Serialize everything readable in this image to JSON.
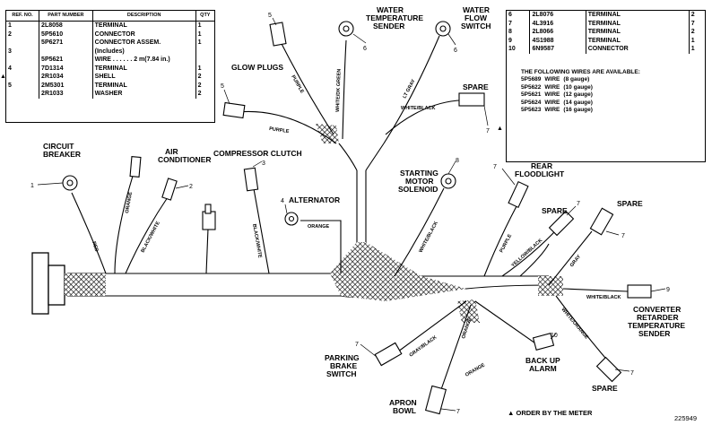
{
  "table_left": {
    "headers": [
      "REF. NO.",
      "PART NUMBER",
      "DESCRIPTION",
      "QTY"
    ],
    "rows": [
      {
        "ref": "1",
        "part": "2L8058",
        "desc": "TERMINAL",
        "qty": "1"
      },
      {
        "ref": "2",
        "part": "5P5610",
        "desc": "CONNECTOR",
        "qty": "1"
      },
      {
        "ref": "",
        "part": "5P6271",
        "desc": "CONNECTOR ASSEM.",
        "qty": "1"
      },
      {
        "ref": "3",
        "part": "",
        "desc": "(Includes)",
        "qty": ""
      },
      {
        "ref": "",
        "part": "5P5621",
        "desc": "WIRE . . . . . . 2 m(7.84 in.)",
        "qty": ""
      },
      {
        "ref": "4",
        "part": "7D1314",
        "desc": "TERMINAL",
        "qty": "1"
      },
      {
        "ref": "",
        "part": "2R1034",
        "desc": "SHELL",
        "qty": "2"
      },
      {
        "ref": "5",
        "part": "2M5301",
        "desc": "TERMINAL",
        "qty": "2"
      },
      {
        "ref": "",
        "part": "2R1033",
        "desc": "WASHER",
        "qty": "2"
      }
    ],
    "mark": "▲"
  },
  "table_right": {
    "rows": [
      {
        "ref": "6",
        "part": "2L8076",
        "desc": "TERMINAL",
        "qty": "2"
      },
      {
        "ref": "7",
        "part": "4L3916",
        "desc": "TERMINAL",
        "qty": "7"
      },
      {
        "ref": "8",
        "part": "2L8066",
        "desc": "TERMINAL",
        "qty": "2"
      },
      {
        "ref": "9",
        "part": "4S1988",
        "desc": "TERMINAL",
        "qty": "1"
      },
      {
        "ref": "10",
        "part": "6N9587",
        "desc": "CONNECTOR",
        "qty": "1"
      }
    ],
    "wires_note": "THE FOLLOWING WIRES ARE AVAILABLE:",
    "wires": [
      {
        "part": "5P5689",
        "type": "WIRE",
        "gauge": "(8 gauge)"
      },
      {
        "part": "5P5622",
        "type": "WIRE",
        "gauge": "(10 gauge)"
      },
      {
        "part": "5P5621",
        "type": "WIRE",
        "gauge": "(12 gauge)"
      },
      {
        "part": "5P5624",
        "type": "WIRE",
        "gauge": "(14 gauge)"
      },
      {
        "part": "5P5623",
        "type": "WIRE",
        "gauge": "(16 gauge)"
      }
    ],
    "mark": "▲"
  },
  "labels": {
    "circuit_breaker": [
      "CIRCUIT",
      "BREAKER"
    ],
    "air_conditioner": [
      "AIR",
      "CONDITIONER"
    ],
    "compressor_clutch": [
      "COMPRESSOR CLUTCH"
    ],
    "glow_plugs": [
      "GLOW PLUGS"
    ],
    "water_temp_sender": [
      "WATER",
      "TEMPERATURE",
      "SENDER"
    ],
    "water_flow_switch": [
      "WATER",
      "FLOW",
      "SWITCH"
    ],
    "spare_top": [
      "SPARE"
    ],
    "alternator": [
      "ALTERNATOR"
    ],
    "starting_motor": [
      "STARTING",
      "MOTOR",
      "SOLENOID"
    ],
    "rear_floodlight": [
      "REAR",
      "FLOODLIGHT"
    ],
    "spare_mid": [
      "SPARE"
    ],
    "spare_right": [
      "SPARE"
    ],
    "converter": [
      "CONVERTER",
      "RETARDER",
      "TEMPERATURE",
      "SENDER"
    ],
    "parking_brake": [
      "PARKING",
      "BRAKE",
      "SWITCH"
    ],
    "back_up_alarm": [
      "BACK UP",
      "ALARM"
    ],
    "apron_bowl": [
      "APRON",
      "BOWL"
    ],
    "spare_bottom": [
      "SPARE"
    ]
  },
  "wire_colors": {
    "red": "RED",
    "orange": "ORANGE",
    "black_white": "BLACK/WHITE",
    "black_white_2": "BLACK/WHITE",
    "purple": "PURPLE",
    "purple_2": "PURPLE",
    "white_green": "WHITE/DK GREEN",
    "lt_gray": "LT GRAY",
    "white_black": "WHITE/BLACK",
    "orange_alt": "ORANGE",
    "white_black_2": "WHITE/BLACK",
    "purple_3": "PURPLE",
    "yellow_black": "YELLOW/BLACK",
    "gray": "GRAY",
    "white_black_3": "WHITE/BLACK",
    "white_orange": "WHITE/ORANGE",
    "gray_black": "GRAY/BLACK",
    "orange_2": "ORANGE",
    "orange_3": "ORANGE"
  },
  "callouts": {
    "c1": "1",
    "c2": "2",
    "c3": "3",
    "c4": "4",
    "c5a": "5",
    "c5b": "5",
    "c6a": "6",
    "c6b": "6",
    "c7a": "7",
    "c7b": "7",
    "c7c": "7",
    "c7d": "7",
    "c7e": "7",
    "c7f": "7",
    "c7g": "7",
    "c8": "8",
    "c9": "9",
    "c10": "10"
  },
  "footnote": "▲ ORDER BY THE METER",
  "figure_number": "225949"
}
